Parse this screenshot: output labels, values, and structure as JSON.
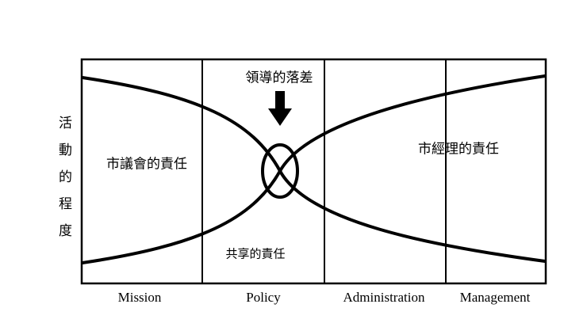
{
  "diagram": {
    "y_axis_label": "活動的程度",
    "labels": {
      "council_responsibility": "市議會的責任",
      "manager_responsibility": "市經理的責任",
      "leadership_gap": "領導的落差",
      "shared_responsibility": "共享的責任"
    },
    "x_sections": [
      "Mission",
      "Policy",
      "Administration",
      "Management"
    ],
    "colors": {
      "line": "#000000",
      "background": "#ffffff",
      "text": "#000000"
    }
  }
}
